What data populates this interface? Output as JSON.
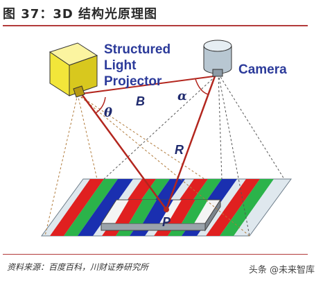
{
  "header": {
    "title": "图 37：3D 结构光原理图"
  },
  "diagram": {
    "projector_label_line1": "Structured",
    "projector_label_line2": "Light",
    "projector_label_line3": "Projector",
    "camera_label": "Camera",
    "baseline_label": "B",
    "theta_label": "θ",
    "alpha_label": "α",
    "range_label": "R",
    "point_label": "P",
    "colors": {
      "ray": "#b3261e",
      "stripe_red": "#e02020",
      "stripe_green": "#2bb34a",
      "stripe_blue": "#1a2fb0",
      "projector_body": "#f2e63a",
      "camera_body": "#c9d6df"
    }
  },
  "footer": {
    "source": "资料来源：百度百科，川财证券研究所",
    "watermark": "头条 @未来智库"
  }
}
